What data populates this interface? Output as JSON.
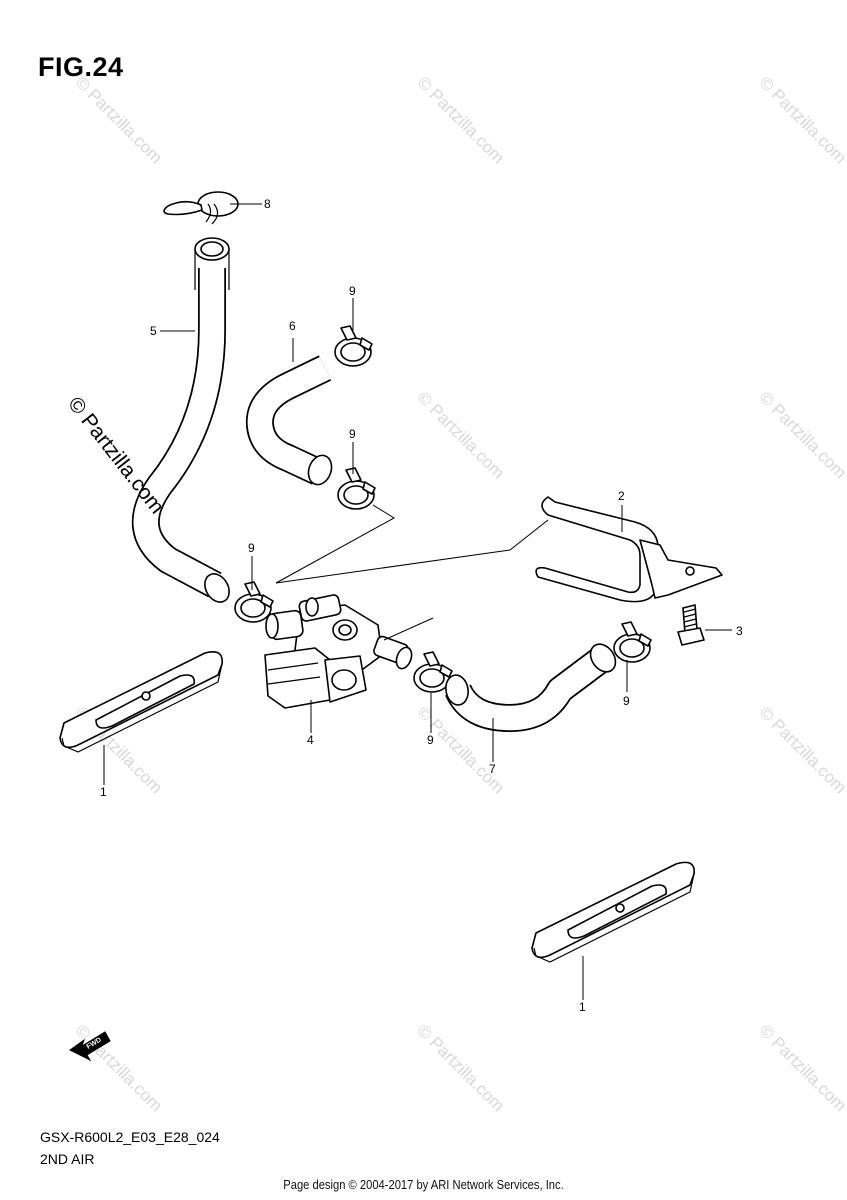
{
  "figure": {
    "title": "FIG.24",
    "model_code": "GSX-R600L2_E03_E28_024",
    "section_name": "2ND AIR",
    "footer": "Page design © 2004-2017 by ARI Network Services, Inc."
  },
  "watermark": {
    "text": "© Partzilla.com",
    "color": "#d8d8d8"
  },
  "forward_arrow": {
    "label": "FWD"
  },
  "callouts": {
    "part_1_bottom_left": "1",
    "part_1_bottom_right": "1",
    "part_2": "2",
    "part_3": "3",
    "part_4": "4",
    "part_5": "5",
    "part_6": "6",
    "part_7": "7",
    "part_8": "8",
    "part_9_top": "9",
    "part_9_mid": "9",
    "part_9_left": "9",
    "part_9_center": "9",
    "part_9_right": "9"
  }
}
